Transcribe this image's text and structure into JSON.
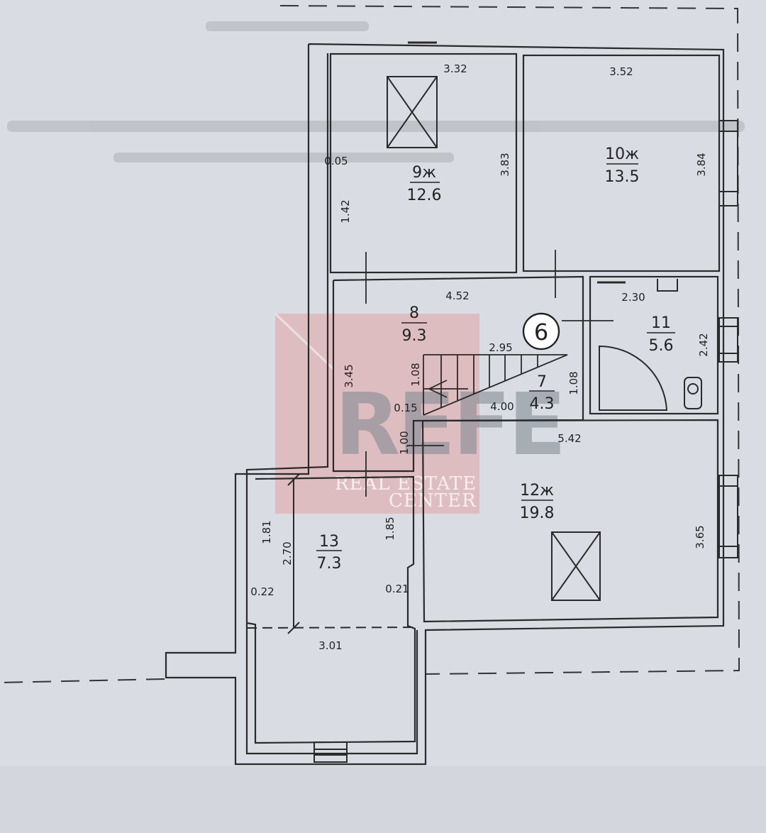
{
  "plan": {
    "marker": "6",
    "rooms": [
      {
        "id": "9",
        "number": "9ж",
        "area": "12.6"
      },
      {
        "id": "10",
        "number": "10ж",
        "area": "13.5"
      },
      {
        "id": "8",
        "number": "8",
        "area": "9.3"
      },
      {
        "id": "7",
        "number": "7",
        "area": "4.3"
      },
      {
        "id": "11",
        "number": "11",
        "area": "5.6"
      },
      {
        "id": "12",
        "number": "12ж",
        "area": "19.8"
      },
      {
        "id": "13",
        "number": "13",
        "area": "7.3"
      }
    ],
    "dimensions": {
      "r9_width": "3.32",
      "r9_height": "3.83",
      "r9_wall": "0.05",
      "r9_side": "1.42",
      "r10_width": "3.52",
      "r10_height": "3.84",
      "r8_width": "4.52",
      "r8_height": "3.45",
      "stair_top": "2.95",
      "stair_left": "1.08",
      "stair_step": "0.15",
      "r7_width": "4.00",
      "r7_height": "1.08",
      "r11_width": "2.30",
      "r11_height": "2.42",
      "r12_width": "5.42",
      "r12_height": "3.65",
      "passage": "1.00",
      "r13_left": "1.81",
      "r13_inner": "2.70",
      "r13_right": "1.85",
      "r13_offset_left": "0.22",
      "r13_offset_right": "0.21",
      "r13_width": "3.01"
    }
  },
  "watermark": {
    "brand": "REFE",
    "line1": "REAL ESTATE",
    "line2": "CENTER",
    "color": "#e8888a"
  },
  "colors": {
    "paper": "#d9dde3",
    "ink": "#222222"
  }
}
